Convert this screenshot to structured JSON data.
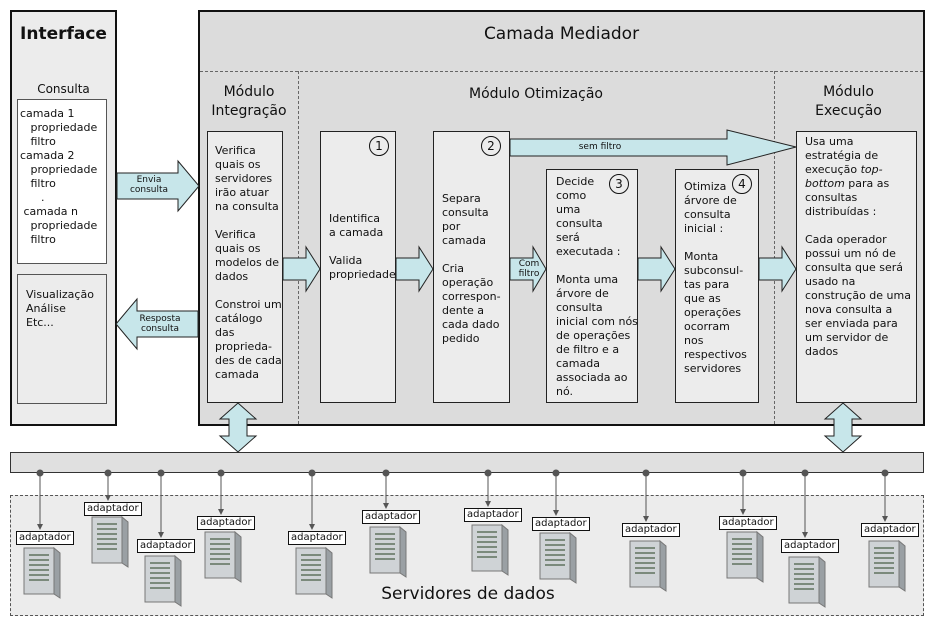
{
  "interface": {
    "title": "Interface",
    "consulta_label": "Consulta",
    "consulta_items": [
      "camada 1",
      "   propriedade",
      "   filtro",
      "camada 2",
      "   propriedade",
      "   filtro",
      "      .",
      " camada n",
      "   propriedade",
      "   filtro"
    ],
    "visualizacao": "Visualização\nAnálise\nEtc..."
  },
  "mediador": {
    "title": "Camada Mediador",
    "modules": {
      "integracao": "Módulo\nIntegração",
      "otimizacao": "Módulo Otimização",
      "execucao": "Módulo\nExecução"
    },
    "integracao_box": "Verifica\nquais os\nservidores\nirão atuar\nna consulta\n\nVerifica\nquais os\nmodelos de\ndados\n\nConstroi um\ncatálogo\ndas\npropriedа-\ndes de cada\ncamada",
    "step1": {
      "num": "1",
      "text": "Identifica\na camada\n\nValida\npropriedade"
    },
    "step2": {
      "num": "2",
      "text": "Separa\nconsulta\npor\ncamada\n\nCria\noperação\ncorrespon-\ndente a\ncada dado\npedido"
    },
    "step3": {
      "num": "3",
      "text": "Decide\ncomo\numa\nconsulta\nserá\nexecutada :\n\nMonta uma\nárvore de\nconsulta\ninicial com nós\nde operações\nde filtro e a\ncamada\nassociada ao\nnó."
    },
    "step4": {
      "num": "4",
      "text": "Otimiza\nárvore de\nconsulta\ninicial :\n\nMonta\nsubconsul-\ntas para\nque as\noperações\nocorram\nnos\nrespectivos\nservidores"
    },
    "execucao_box_a": "Usa uma\nestratégia de\nexecução ",
    "execucao_italic": "top-bottom",
    "execucao_box_b": " para as\nconsultas\ndistribuídas :\n\nCada operador\npossui um nó de\nconsulta que será\nusado na\nconstrução de uma\nnova consulta a\nser enviada para\num servidor de\ndados"
  },
  "arrows": {
    "envia": "Envia\nconsulta",
    "resposta": "Resposta\nconsulta",
    "sem_filtro": "sem filtro",
    "com_filtro": "Com\nfiltro"
  },
  "servers": {
    "title": "Servidores de dados",
    "adapter_label": "adaptador"
  },
  "colors": {
    "arrow_fill": "#c7e6ea",
    "box_fill": "#ececec",
    "server_body": "#cfd3d6"
  }
}
